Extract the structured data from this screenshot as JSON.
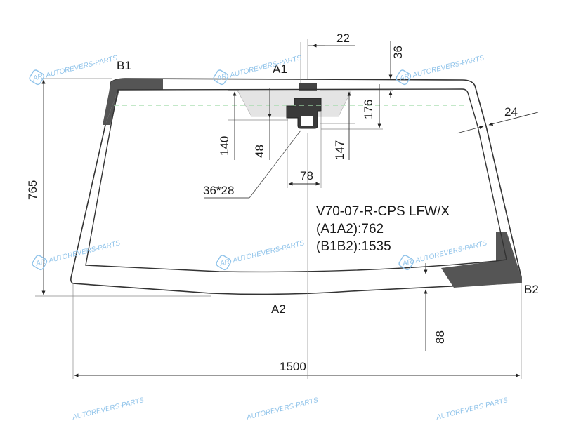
{
  "part": {
    "code": "V70-07-R-CPS LFW/X",
    "a1a2": "(A1A2):762",
    "b1b2": "(B1B2):1535"
  },
  "points": {
    "a1": "A1",
    "a2": "A2",
    "b1": "B1",
    "b2": "B2"
  },
  "dimensions": {
    "width": "1500",
    "height": "765",
    "top_22": "22",
    "top_36": "36",
    "sensor_176": "176",
    "right_24": "24",
    "sensor_140": "140",
    "sensor_48": "48",
    "sensor_147": "147",
    "mirror_78": "78",
    "mirror_size": "36*28",
    "bottom_88": "88"
  },
  "watermark": {
    "text": "AUTOREVERS-PARTS",
    "logo": "AR",
    "color": "#8fc3ea"
  },
  "colors": {
    "frit": "#555555",
    "sensor_area": "#e4e4e4",
    "band_line": "#9fd9a6"
  }
}
